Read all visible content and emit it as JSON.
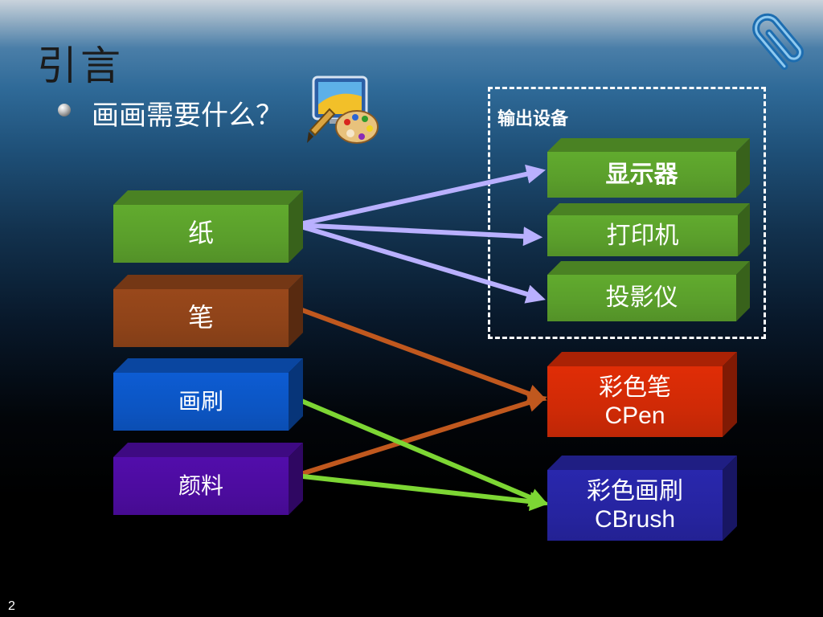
{
  "slide": {
    "title": "引言",
    "bullet": "画画需要什么？",
    "page_number": "2",
    "output_group_label": "输出设备"
  },
  "left_boxes": [
    {
      "label": "纸",
      "color": "#5a9e2b"
    },
    {
      "label": "笔",
      "color": "#8e4319"
    },
    {
      "label": "画刷",
      "color": "#0c55c3"
    },
    {
      "label": "颜料",
      "color": "#4c0c9e"
    }
  ],
  "output_devices": [
    {
      "label": "显示器",
      "color": "#5a9e2b"
    },
    {
      "label": "打印机",
      "color": "#5a9e2b"
    },
    {
      "label": "投影仪",
      "color": "#5a9e2b"
    }
  ],
  "mfc_classes": [
    {
      "label_cn": "彩色笔",
      "label_en": "CPen",
      "color": "#cf2a06"
    },
    {
      "label_cn": "彩色画刷",
      "label_en": "CBrush",
      "color": "#2624a0"
    }
  ],
  "arrow_colors": {
    "paper": "#b9b0ff",
    "pen_paint": "#c0581e",
    "brush_paint": "#7dd634"
  },
  "icons": {
    "corner": "paperclip-icon",
    "bullet_image": "paint-palette-icon"
  }
}
